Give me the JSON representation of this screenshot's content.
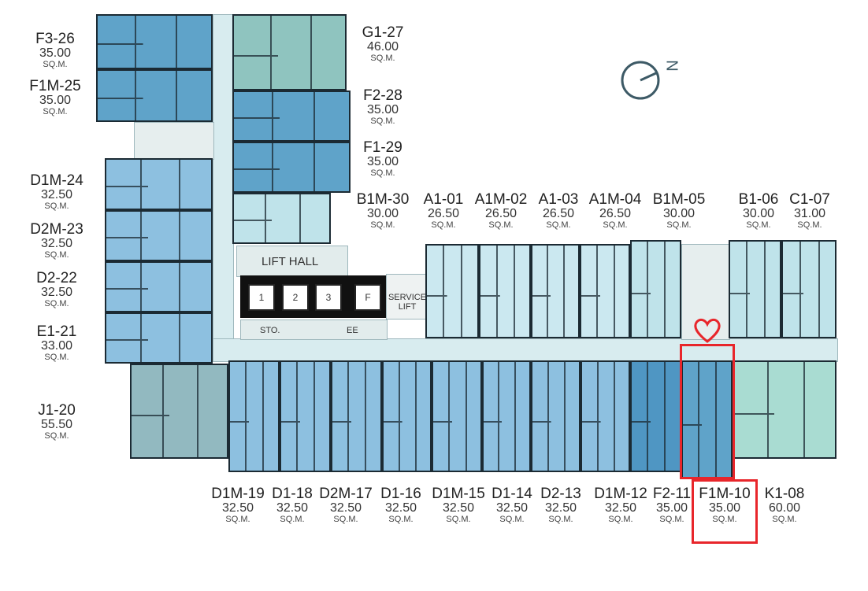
{
  "compass": {
    "north_label": "N"
  },
  "rooms": {
    "lift_hall": "LIFT HALL",
    "lifts": [
      "1",
      "2",
      "3",
      "F"
    ],
    "service_lift": [
      "SERVICE",
      "LIFT"
    ],
    "storage": "STO.",
    "ee": "EE"
  },
  "units": {
    "f3_26": {
      "name": "F3-26",
      "area": "35.00",
      "unit": "SQ.M."
    },
    "f1m_25": {
      "name": "F1M-25",
      "area": "35.00",
      "unit": "SQ.M."
    },
    "d1m_24": {
      "name": "D1M-24",
      "area": "32.50",
      "unit": "SQ.M."
    },
    "d2m_23": {
      "name": "D2M-23",
      "area": "32.50",
      "unit": "SQ.M."
    },
    "d2_22": {
      "name": "D2-22",
      "area": "32.50",
      "unit": "SQ.M."
    },
    "e1_21": {
      "name": "E1-21",
      "area": "33.00",
      "unit": "SQ.M."
    },
    "j1_20": {
      "name": "J1-20",
      "area": "55.50",
      "unit": "SQ.M."
    },
    "g1_27": {
      "name": "G1-27",
      "area": "46.00",
      "unit": "SQ.M."
    },
    "f2_28": {
      "name": "F2-28",
      "area": "35.00",
      "unit": "SQ.M."
    },
    "f1_29": {
      "name": "F1-29",
      "area": "35.00",
      "unit": "SQ.M."
    },
    "b1m_30": {
      "name": "B1M-30",
      "area": "30.00",
      "unit": "SQ.M."
    },
    "a1_01": {
      "name": "A1-01",
      "area": "26.50",
      "unit": "SQ.M."
    },
    "a1m_02": {
      "name": "A1M-02",
      "area": "26.50",
      "unit": "SQ.M."
    },
    "a1_03": {
      "name": "A1-03",
      "area": "26.50",
      "unit": "SQ.M."
    },
    "a1m_04": {
      "name": "A1M-04",
      "area": "26.50",
      "unit": "SQ.M."
    },
    "b1m_05": {
      "name": "B1M-05",
      "area": "30.00",
      "unit": "SQ.M."
    },
    "b1_06": {
      "name": "B1-06",
      "area": "30.00",
      "unit": "SQ.M."
    },
    "c1_07": {
      "name": "C1-07",
      "area": "31.00",
      "unit": "SQ.M."
    },
    "d1m_19": {
      "name": "D1M-19",
      "area": "32.50",
      "unit": "SQ.M."
    },
    "d1_18": {
      "name": "D1-18",
      "area": "32.50",
      "unit": "SQ.M."
    },
    "d2m_17": {
      "name": "D2M-17",
      "area": "32.50",
      "unit": "SQ.M."
    },
    "d1_16": {
      "name": "D1-16",
      "area": "32.50",
      "unit": "SQ.M."
    },
    "d1m_15": {
      "name": "D1M-15",
      "area": "32.50",
      "unit": "SQ.M."
    },
    "d1_14": {
      "name": "D1-14",
      "area": "32.50",
      "unit": "SQ.M."
    },
    "d2_13": {
      "name": "D2-13",
      "area": "32.50",
      "unit": "SQ.M."
    },
    "d1m_12": {
      "name": "D1M-12",
      "area": "32.50",
      "unit": "SQ.M."
    },
    "f2_11": {
      "name": "F2-11",
      "area": "35.00",
      "unit": "SQ.M."
    },
    "f1m_10": {
      "name": "F1M-10",
      "area": "35.00",
      "unit": "SQ.M."
    },
    "k1_08": {
      "name": "K1-08",
      "area": "60.00",
      "unit": "SQ.M."
    }
  },
  "highlight": {
    "color": "#e8262b",
    "unit": "F1M-10",
    "marker": "heart-icon"
  }
}
